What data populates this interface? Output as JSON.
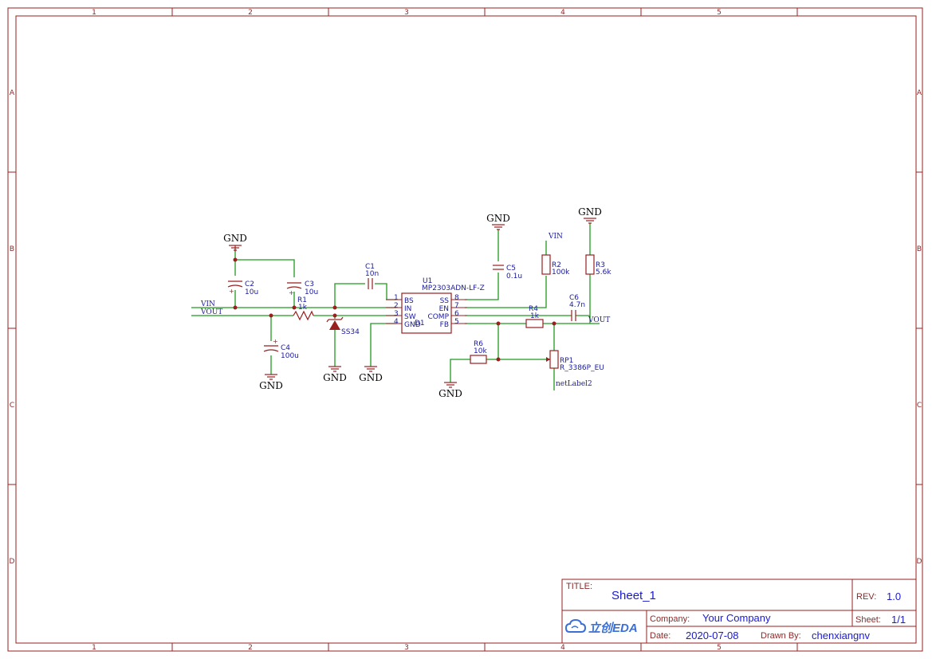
{
  "frame": {
    "col_labels": [
      "1",
      "2",
      "3",
      "4",
      "5"
    ],
    "row_labels": [
      "A",
      "B",
      "C",
      "D"
    ]
  },
  "components": {
    "U1": {
      "ref": "U1",
      "value": "MP2303ADN-LF-Z",
      "pins_left": [
        {
          "num": "1",
          "name": "BS"
        },
        {
          "num": "2",
          "name": "IN"
        },
        {
          "num": "3",
          "name": "SW"
        },
        {
          "num": "4",
          "name": "GND"
        }
      ],
      "pins_right": [
        {
          "num": "8",
          "name": "SS"
        },
        {
          "num": "7",
          "name": "EN"
        },
        {
          "num": "6",
          "name": "COMP"
        },
        {
          "num": "5",
          "name": "FB"
        }
      ]
    },
    "C1": {
      "ref": "C1",
      "value": "10n"
    },
    "C2": {
      "ref": "C2",
      "value": "10u"
    },
    "C3": {
      "ref": "C3",
      "value": "10u"
    },
    "C4": {
      "ref": "C4",
      "value": "100u"
    },
    "C5": {
      "ref": "C5",
      "value": "0.1u"
    },
    "C6": {
      "ref": "C6",
      "value": "4.7n"
    },
    "R1": {
      "ref": "R1",
      "value": "1k"
    },
    "R2": {
      "ref": "R2",
      "value": "100k"
    },
    "R3": {
      "ref": "R3",
      "value": "5.6k"
    },
    "R4": {
      "ref": "R4",
      "value": "1k"
    },
    "R6": {
      "ref": "R6",
      "value": "10k"
    },
    "RP1": {
      "ref": "RP1",
      "value": "R_3386P_EU"
    },
    "D1": {
      "ref": "D1",
      "value": "SS34"
    }
  },
  "nets": {
    "gnd": "GND",
    "vin": "VIN",
    "vout": "VOUT",
    "netlabel2": "netLabel2"
  },
  "title_block": {
    "title_key": "TITLE:",
    "title": "Sheet_1",
    "rev_key": "REV:",
    "rev": "1.0",
    "company_key": "Company:",
    "company": "Your Company",
    "sheet_key": "Sheet:",
    "sheet": "1/1",
    "date_key": "Date:",
    "date": "2020-07-08",
    "drawn_key": "Drawn By:",
    "drawn": "chenxiangnv",
    "logo_text": "立创EDA"
  },
  "colors": {
    "frame": "#9a1f1f",
    "wire": "#1f9a1f",
    "label": "#1a1aa0",
    "accent": "#3b6fd6"
  }
}
